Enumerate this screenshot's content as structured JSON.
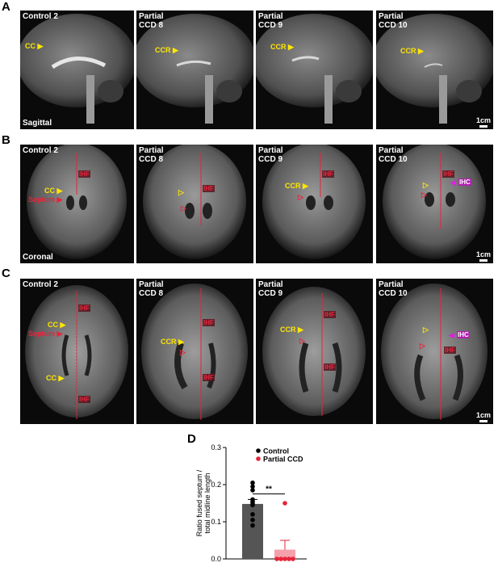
{
  "panels": {
    "A": {
      "letter": "A",
      "view": "Sagittal",
      "scale": "1cm",
      "images": [
        {
          "label": "Control 2",
          "marks": [
            "CC"
          ]
        },
        {
          "label": "Partial\nCCD 8",
          "marks": [
            "CCR"
          ]
        },
        {
          "label": "Partial\nCCD 9",
          "marks": [
            "CCR"
          ]
        },
        {
          "label": "Partial\nCCD 10",
          "marks": [
            "CCR"
          ]
        }
      ]
    },
    "B": {
      "letter": "B",
      "view": "Coronal",
      "scale": "1cm",
      "images": [
        {
          "label": "Control 2",
          "marks": [
            "CC",
            "Septum",
            "IHF"
          ]
        },
        {
          "label": "Partial\nCCD 8",
          "marks": [
            "IHF"
          ]
        },
        {
          "label": "Partial\nCCD 9",
          "marks": [
            "CCR",
            "IHF"
          ]
        },
        {
          "label": "Partial\nCCD 10",
          "marks": [
            "IHF",
            "IHC"
          ]
        }
      ]
    },
    "C": {
      "letter": "C",
      "scale": "1cm",
      "images": [
        {
          "label": "Control 2",
          "marks": [
            "CC",
            "Septum",
            "CC",
            "IHF",
            "IHF"
          ]
        },
        {
          "label": "Partial\nCCD 8",
          "marks": [
            "CCR",
            "IHF",
            "IHF"
          ]
        },
        {
          "label": "Partial\nCCD 9",
          "marks": [
            "CCR",
            "IHF",
            "IHF"
          ]
        },
        {
          "label": "Partial\nCCD 10",
          "marks": [
            "IHC",
            "IHF"
          ]
        }
      ]
    },
    "D": {
      "letter": "D"
    }
  },
  "chart_data": {
    "type": "bar",
    "categories": [
      "Control",
      "Partial CCD"
    ],
    "ylabel": "Ratio fused septum /\ntotal midline length",
    "ylim": [
      0,
      0.3
    ],
    "yticks": [
      "0.0",
      "0.1",
      "0.2",
      "0.3"
    ],
    "significance": "**",
    "colors": {
      "Control": "#000000",
      "Partial CCD": "#e8233a",
      "control_bar": "#555555",
      "ccd_bar": "#f4a0aa"
    },
    "series": [
      {
        "name": "Control",
        "mean": 0.148,
        "sem": 0.012,
        "points": [
          0.205,
          0.195,
          0.185,
          0.16,
          0.155,
          0.15,
          0.145,
          0.12,
          0.105,
          0.09
        ]
      },
      {
        "name": "Partial CCD",
        "mean": 0.025,
        "sem": 0.025,
        "points": [
          0.15,
          0.0,
          0.0,
          0.0,
          0.0,
          0.0
        ]
      }
    ]
  }
}
